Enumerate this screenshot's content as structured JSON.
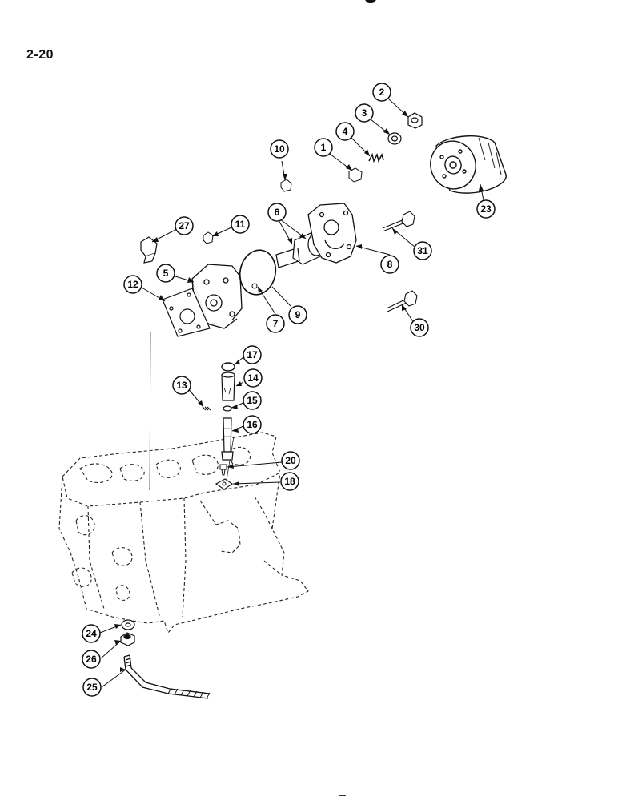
{
  "page": {
    "number": "2-20"
  },
  "callouts": [
    {
      "id": "c1",
      "label": "1"
    },
    {
      "id": "c2",
      "label": "2"
    },
    {
      "id": "c3",
      "label": "3"
    },
    {
      "id": "c4",
      "label": "4"
    },
    {
      "id": "c5",
      "label": "5"
    },
    {
      "id": "c6",
      "label": "6"
    },
    {
      "id": "c7",
      "label": "7"
    },
    {
      "id": "c8",
      "label": "8"
    },
    {
      "id": "c9",
      "label": "9"
    },
    {
      "id": "c10",
      "label": "10"
    },
    {
      "id": "c11",
      "label": "11"
    },
    {
      "id": "c12",
      "label": "12"
    },
    {
      "id": "c13",
      "label": "13"
    },
    {
      "id": "c14",
      "label": "14"
    },
    {
      "id": "c15",
      "label": "15"
    },
    {
      "id": "c16",
      "label": "16"
    },
    {
      "id": "c17",
      "label": "17"
    },
    {
      "id": "c18",
      "label": "18"
    },
    {
      "id": "c20",
      "label": "20"
    },
    {
      "id": "c23",
      "label": "23"
    },
    {
      "id": "c24",
      "label": "24"
    },
    {
      "id": "c25",
      "label": "25"
    },
    {
      "id": "c26",
      "label": "26"
    },
    {
      "id": "c27",
      "label": "27"
    },
    {
      "id": "c30",
      "label": "30"
    },
    {
      "id": "c31",
      "label": "31"
    }
  ]
}
